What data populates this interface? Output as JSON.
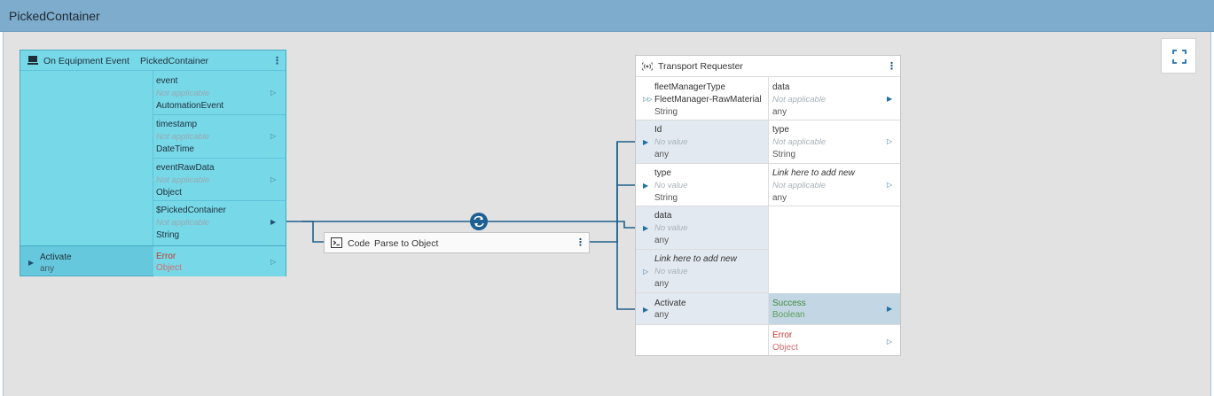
{
  "title": "PickedContainer",
  "icons": {
    "fullscreen": "fullscreen-icon",
    "equipment": "equipment-icon",
    "code": "terminal-icon",
    "transport": "broadcast-icon",
    "converter": "sync-icon",
    "more": "more-vertical-icon"
  },
  "colors": {
    "titlebar": "#7eaccc",
    "canvas": "#e2e2e2",
    "equipment_node": "#77d8e8",
    "wire": "#1f5f8b",
    "success": "#3d8a3d",
    "error": "#c0392b"
  },
  "equipment_node": {
    "label": "On Equipment Event",
    "name": "PickedContainer",
    "more": "⋮",
    "outputs": [
      {
        "name": "event",
        "value": "Not applicable",
        "type": "AutomationEvent"
      },
      {
        "name": "timestamp",
        "value": "Not applicable",
        "type": "DateTime"
      },
      {
        "name": "eventRawData",
        "value": "Not applicable",
        "type": "Object"
      },
      {
        "name": "$PickedContainer",
        "value": "Not applicable",
        "type": "String"
      }
    ],
    "activate": {
      "name": "Activate",
      "type": "any"
    },
    "error": {
      "name": "Error",
      "type": "Object"
    }
  },
  "code_node": {
    "label": "Code",
    "name": "Parse to Object",
    "more": "⋮"
  },
  "transport_node": {
    "label": "Transport Requester",
    "more": "⋮",
    "inputs": [
      {
        "name": "fleetManagerType",
        "value": "FleetManager-RawMaterial",
        "type": "String"
      },
      {
        "name": "Id",
        "value": "No value",
        "type": "any"
      },
      {
        "name": "type",
        "value": "No value",
        "type": "String"
      },
      {
        "name": "data",
        "value": "No value",
        "type": "any"
      },
      {
        "name": "Link here to add new",
        "value": "No value",
        "type": "any"
      }
    ],
    "outputs": [
      {
        "name": "data",
        "value": "Not applicable",
        "type": "any"
      },
      {
        "name": "type",
        "value": "Not applicable",
        "type": "String"
      },
      {
        "name": "Link here to add new",
        "value": "Not applicable",
        "type": "any"
      }
    ],
    "activate": {
      "name": "Activate",
      "type": "any"
    },
    "success": {
      "name": "Success",
      "type": "Boolean"
    },
    "error": {
      "name": "Error",
      "type": "Object"
    }
  }
}
